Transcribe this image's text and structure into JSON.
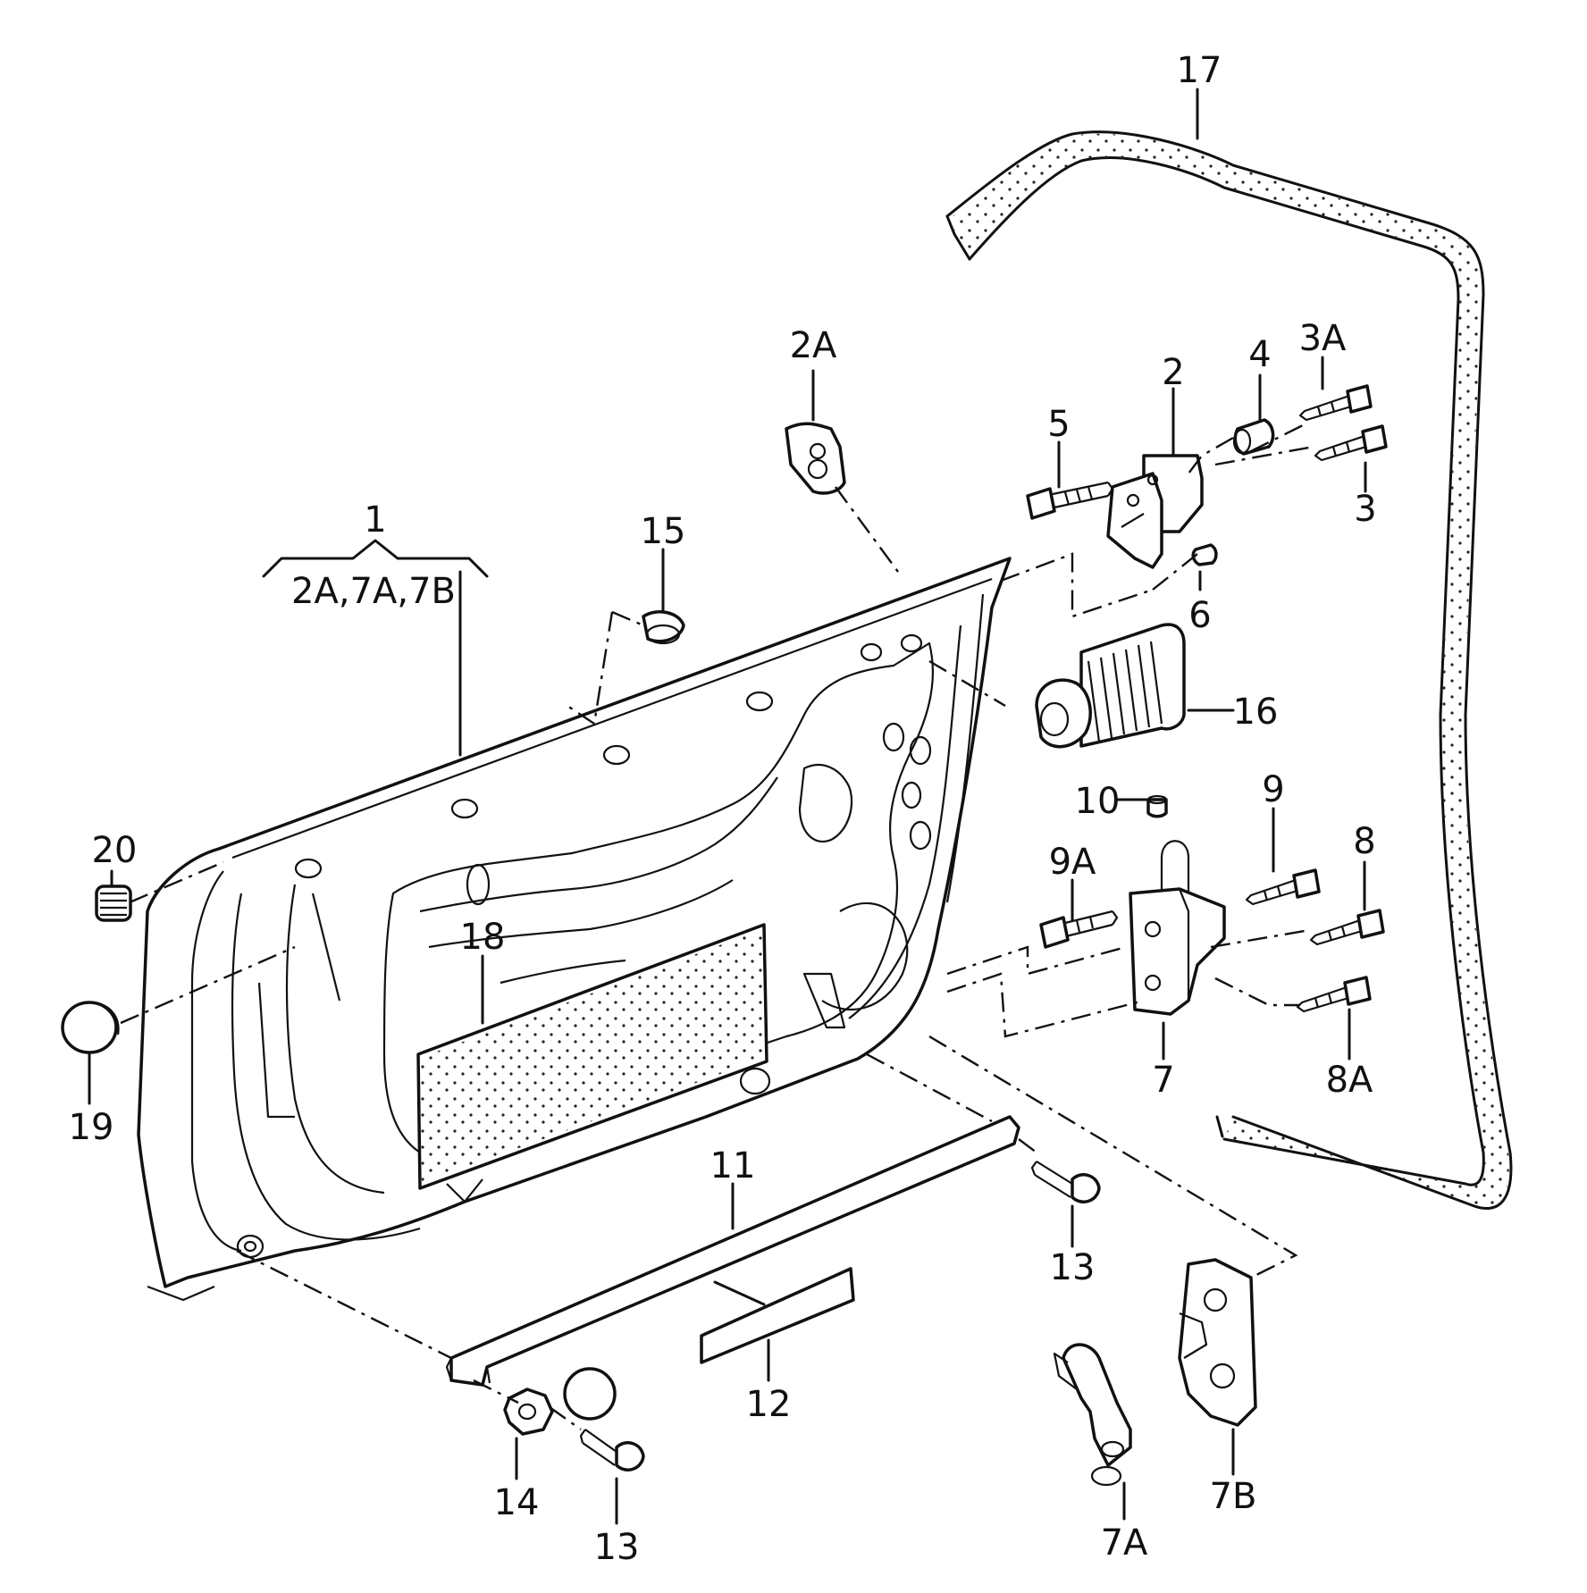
{
  "labels": {
    "p1": "1",
    "p1_sub": "2A,7A,7B",
    "p2": "2",
    "p2a": "2A",
    "p3": "3",
    "p3a": "3A",
    "p4": "4",
    "p5": "5",
    "p6": "6",
    "p7": "7",
    "p7a": "7A",
    "p7b": "7B",
    "p8": "8",
    "p8a": "8A",
    "p9": "9",
    "p9a": "9A",
    "p10": "10",
    "p11": "11",
    "p12": "12",
    "p13_top": "13",
    "p13_bottom": "13",
    "p14": "14",
    "p15": "15",
    "p16": "16",
    "p17": "17",
    "p18": "18",
    "p19": "19",
    "p20": "20"
  }
}
